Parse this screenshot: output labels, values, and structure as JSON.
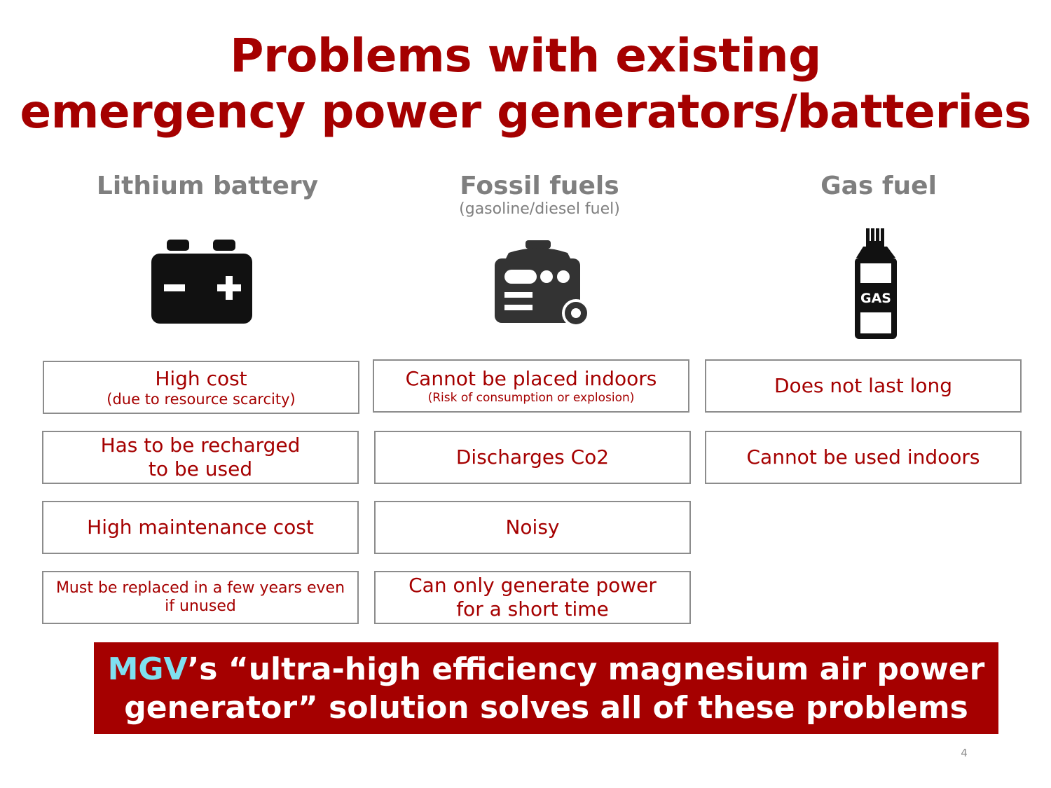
{
  "title": {
    "line1": "Problems with existing",
    "line2": "emergency power generators/batteries"
  },
  "columns": [
    {
      "heading": "Lithium battery",
      "subheading": "",
      "icon": "battery-icon",
      "problems": [
        {
          "main": "High cost",
          "sub": "(due to resource scarcity)"
        },
        {
          "main": "Has to be recharged",
          "main2": "to be used"
        },
        {
          "main": "High maintenance cost"
        },
        {
          "small": "Must be replaced in a few years even",
          "small2": "if unused"
        }
      ]
    },
    {
      "heading": "Fossil fuels",
      "subheading": "(gasoline/diesel fuel)",
      "icon": "generator-icon",
      "problems": [
        {
          "main": "Cannot be placed indoors",
          "sub": "(Risk of consumption or explosion)"
        },
        {
          "main": "Discharges Co2"
        },
        {
          "main": "Noisy"
        },
        {
          "main": "Can only generate power",
          "main2": "for a short time"
        }
      ]
    },
    {
      "heading": "Gas fuel",
      "subheading": "",
      "icon": "gas-canister-icon",
      "gas_label": "GAS",
      "problems": [
        {
          "main": "Does not last long"
        },
        {
          "main": "Cannot be used indoors"
        }
      ]
    }
  ],
  "banner": {
    "highlight": "MGV",
    "line1_rest": "’s “ultra-high efficiency magnesium air power",
    "line2": "generator” solution solves all of these problems"
  },
  "page_number": "4",
  "colors": {
    "title": "#a50000",
    "heading": "#7f7f7f",
    "box_border": "#8c8c8c",
    "banner_bg": "#a50000",
    "highlight": "#7fe0f0"
  }
}
